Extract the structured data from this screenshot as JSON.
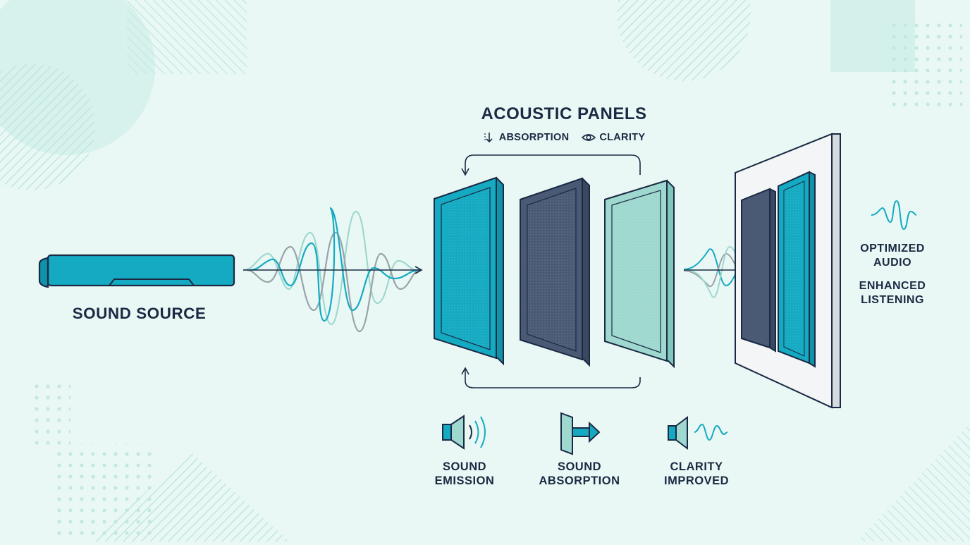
{
  "diagram": {
    "title": "ACOUSTIC PANELS",
    "subtitle": {
      "absorption_label": "ABSORPTION",
      "clarity_label": "CLARITY",
      "absorption_icon": "absorption-arrow-icon",
      "clarity_icon": "eye-icon"
    },
    "source": {
      "label": "SOUND SOURCE",
      "icon": "soundbar-icon"
    },
    "panels": [
      {
        "name": "teal-panel",
        "color": "#14aac2"
      },
      {
        "name": "navy-panel",
        "color": "#4a5a74"
      },
      {
        "name": "mint-panel",
        "color": "#9ed8cf"
      }
    ],
    "wall_panels": [
      {
        "name": "wall-navy-panel",
        "color": "#4a5a74"
      },
      {
        "name": "wall-teal-panel",
        "color": "#14aac2"
      }
    ],
    "outcomes": [
      {
        "line1": "OPTIMIZED",
        "line2": "AUDIO"
      },
      {
        "line1": "ENHANCED",
        "line2": "LISTENING"
      }
    ],
    "steps": [
      {
        "line1": "SOUND",
        "line2": "EMISSION",
        "icon": "speaker-emission-icon"
      },
      {
        "line1": "SOUND",
        "line2": "ABSORPTION",
        "icon": "panel-absorption-icon"
      },
      {
        "line1": "CLARITY",
        "line2": "IMPROVED",
        "icon": "speaker-clarity-icon"
      }
    ],
    "colors": {
      "background": "#eaf8f5",
      "teal": "#14aac2",
      "navy": "#1b2a44",
      "slate": "#4a5a74",
      "mint": "#9ed8cf",
      "gray": "#9aa3a8",
      "decor": "#bfe7df"
    }
  }
}
